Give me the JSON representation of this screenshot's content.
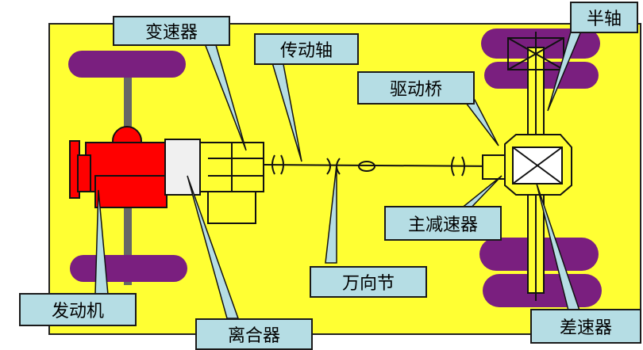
{
  "labels": {
    "transmission": "变速器",
    "drive_shaft": "传动轴",
    "half_shaft": "半轴",
    "drive_axle": "驱动桥",
    "final_drive": "主减速器",
    "universal_joint": "万向节",
    "engine": "发动机",
    "clutch": "离合器",
    "differential": "差速器"
  },
  "colors": {
    "chassis": "#ffff33",
    "engine": "#ff0000",
    "wheel": "#7a1f7f",
    "label_bg": "#b5dde4",
    "line": "#1a1a1a"
  }
}
